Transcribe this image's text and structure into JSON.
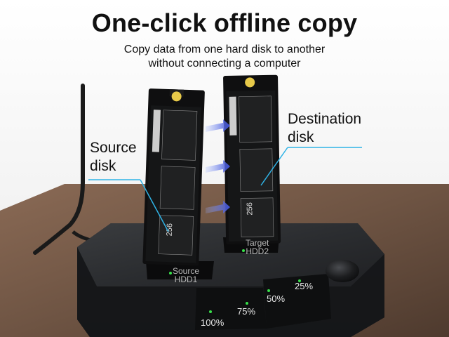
{
  "headline": "One-click offline copy",
  "subheadline_line1": "Copy data from one hard disk to another",
  "subheadline_line2": "without connecting a computer",
  "source_callout": {
    "line1": "Source",
    "line2": "disk"
  },
  "destination_callout": {
    "line1": "Destination",
    "line2": "disk"
  },
  "dock_slots": [
    {
      "line1": "Source",
      "line2": "HDD1"
    },
    {
      "line1": "Target",
      "line2": "HDD2"
    }
  ],
  "progress_labels": [
    "100%",
    "75%",
    "50%",
    "25%"
  ],
  "ssd_capacity": "256",
  "colors": {
    "accent_cyan": "#2fb3e6",
    "led_green": "#38e04a",
    "dock_body": "#252729",
    "table_wood": "#6e5443"
  }
}
